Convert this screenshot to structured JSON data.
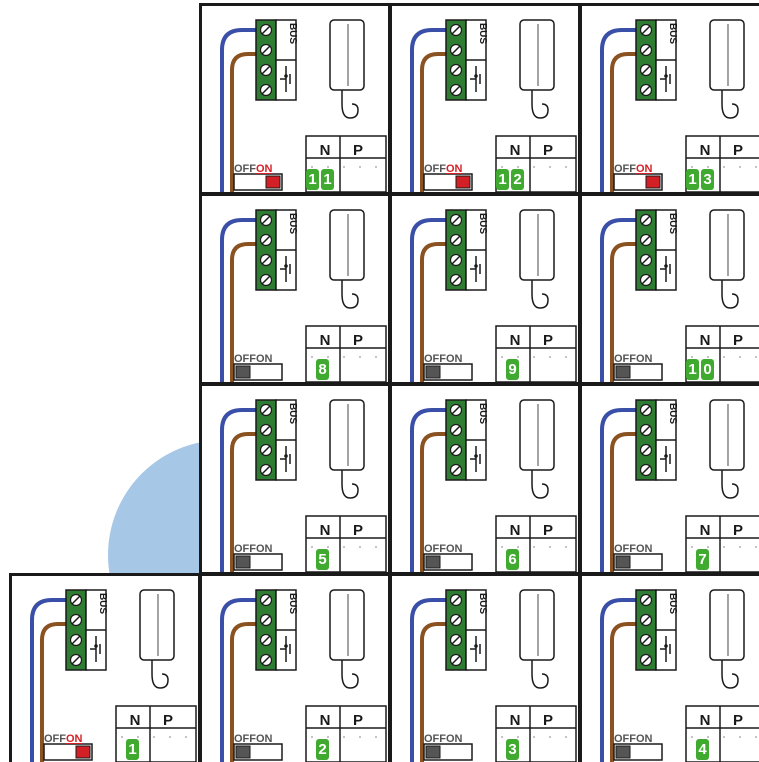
{
  "diagram": {
    "colors": {
      "bus_wire_blue": "#3a4fa8",
      "bus_wire_brown": "#8a5220",
      "terminal_green": "#2f7d32",
      "dip_on_red": "#d32027",
      "digit_green": "#3faa2f",
      "bubble_blue": "#a7c7e7"
    },
    "labels": {
      "bus": "BUS",
      "n_header": "N",
      "p_header": "P",
      "switch_off": "OFF",
      "switch_on": "ON"
    },
    "units": [
      {
        "n_code": "11",
        "eol_on": true
      },
      {
        "n_code": "12",
        "eol_on": true
      },
      {
        "n_code": "13",
        "eol_on": true
      },
      {
        "n_code": "8",
        "eol_on": false
      },
      {
        "n_code": "9",
        "eol_on": false
      },
      {
        "n_code": "10",
        "eol_on": false
      },
      {
        "n_code": "5",
        "eol_on": false
      },
      {
        "n_code": "6",
        "eol_on": false
      },
      {
        "n_code": "7",
        "eol_on": false
      },
      {
        "n_code": "1",
        "eol_on": true
      },
      {
        "n_code": "2",
        "eol_on": false
      },
      {
        "n_code": "3",
        "eol_on": false
      },
      {
        "n_code": "4",
        "eol_on": false
      }
    ]
  }
}
